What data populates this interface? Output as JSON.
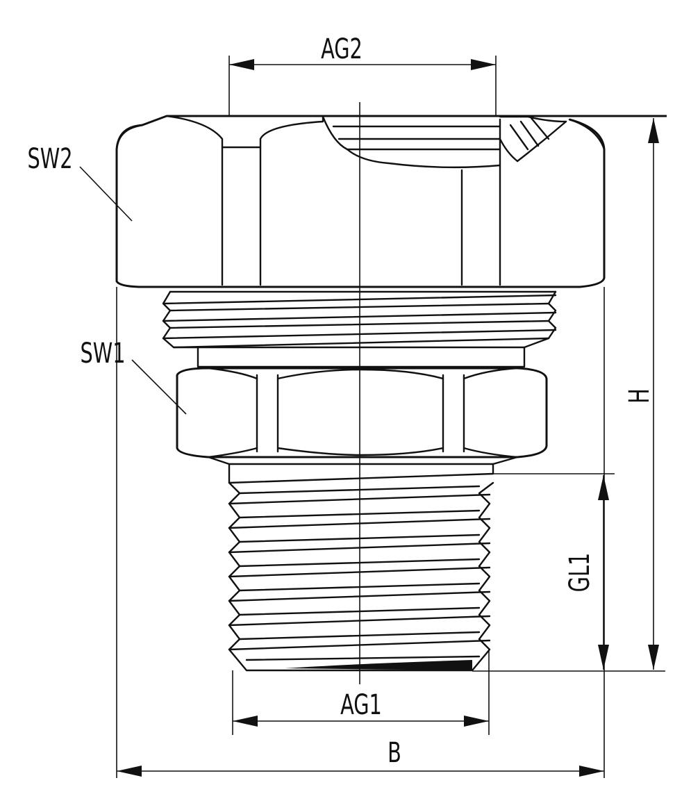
{
  "labels": {
    "ag2": "AG2",
    "sw2": "SW2",
    "sw1": "SW1",
    "h": "H",
    "gl1": "GL1",
    "ag1": "AG1",
    "b": "B"
  },
  "colors": {
    "line": "#111111",
    "background": "#ffffff"
  }
}
